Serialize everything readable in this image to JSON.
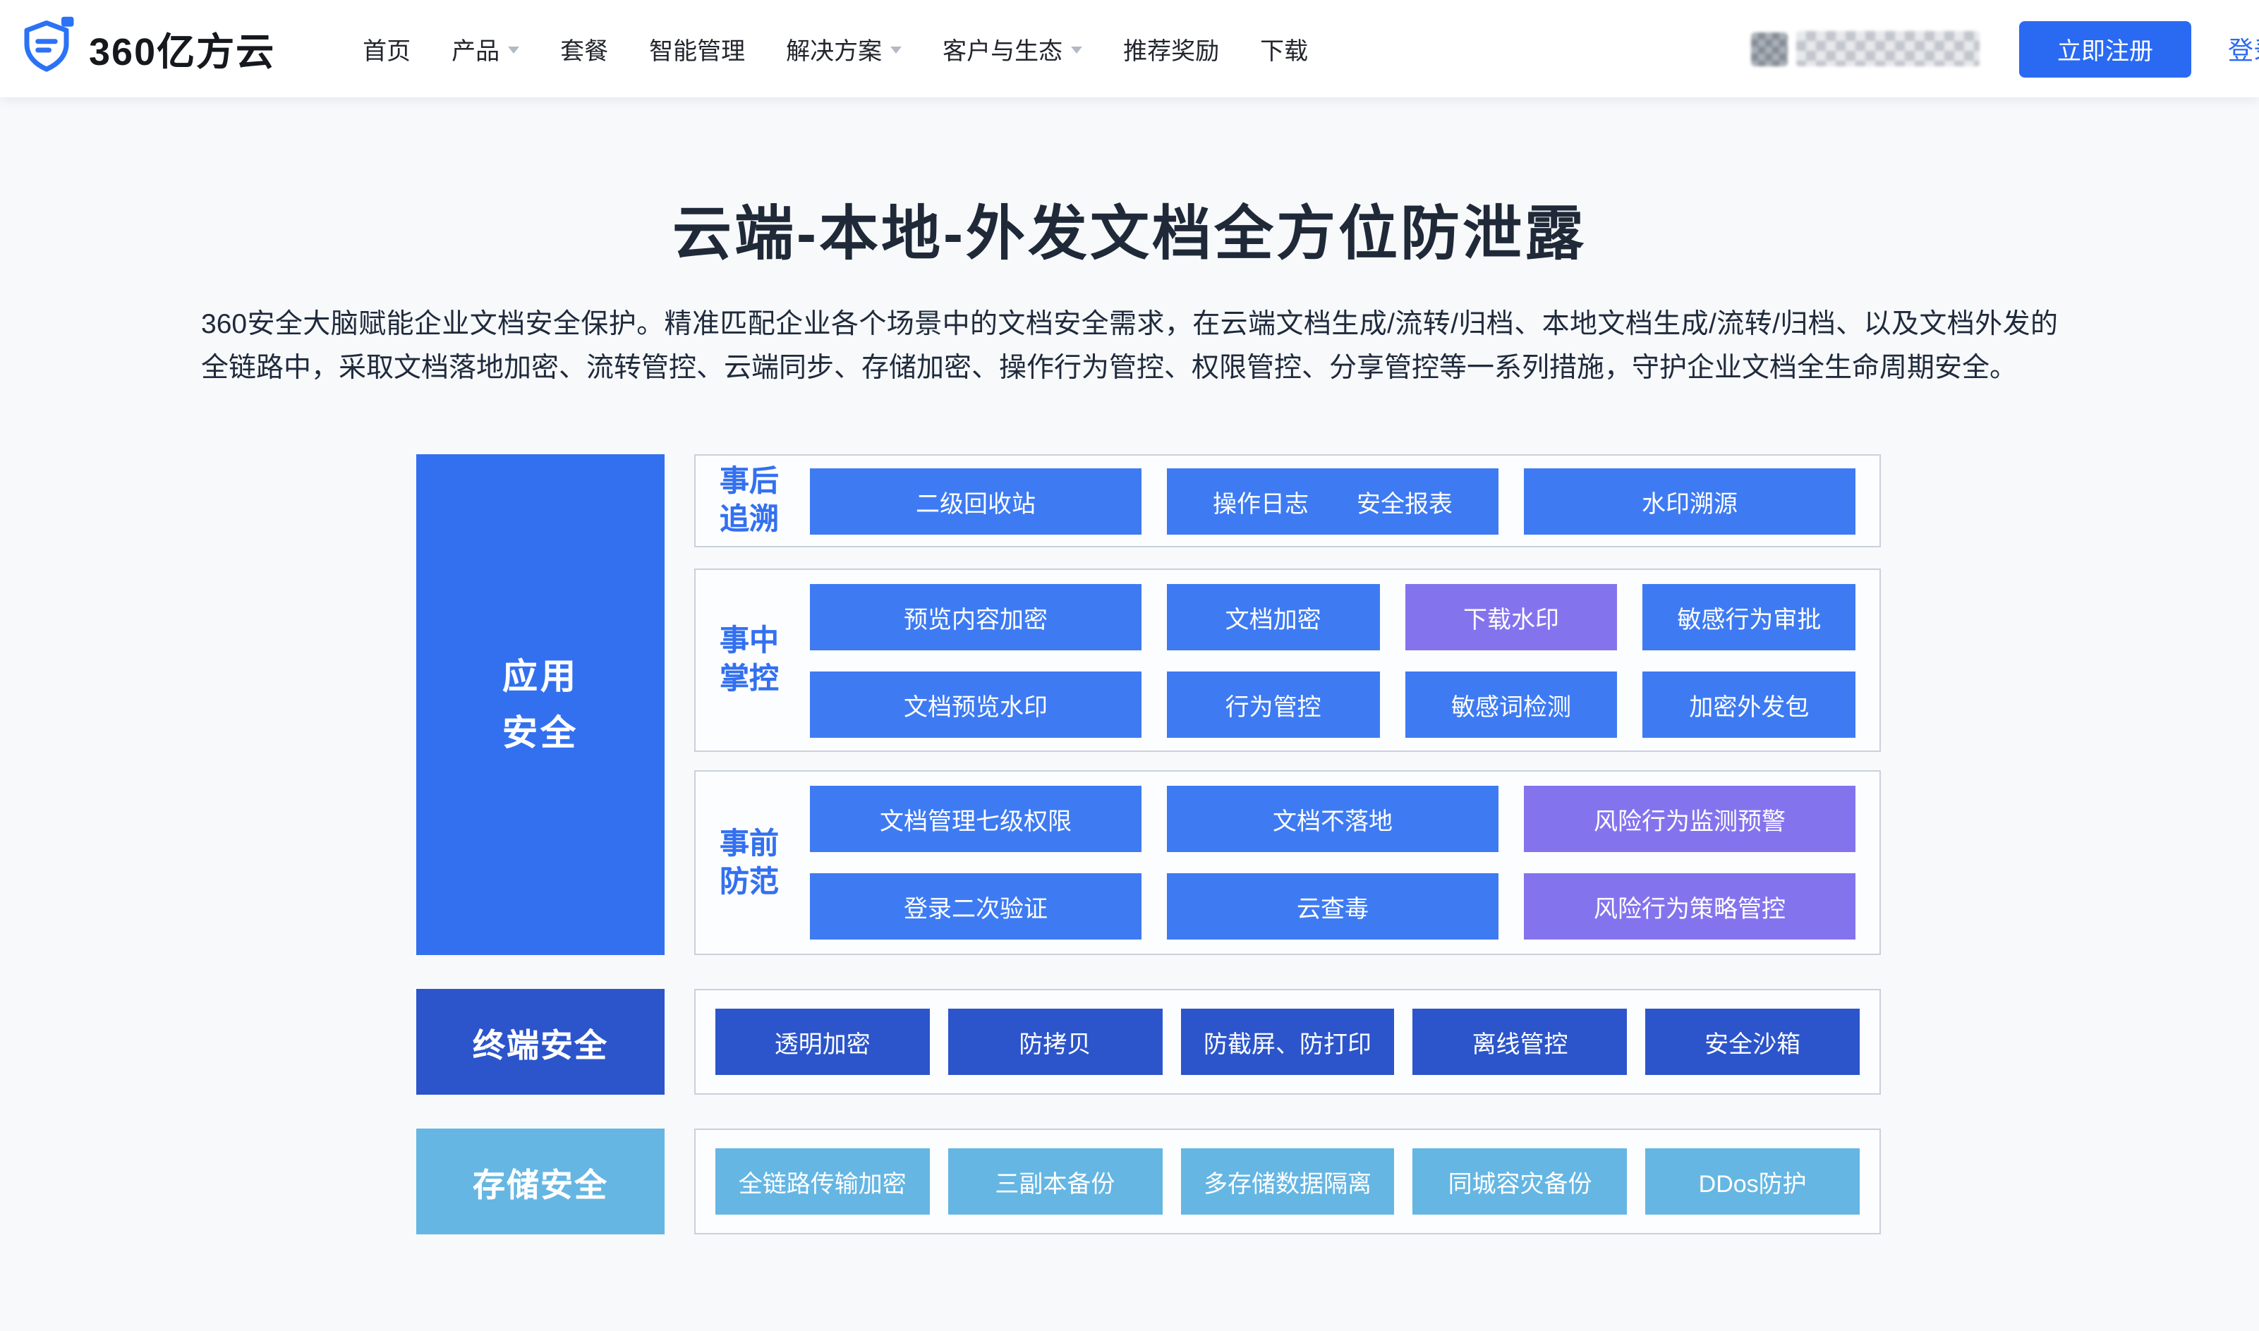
{
  "nav": {
    "logo_text": "360亿方云",
    "items": [
      {
        "label": "首页",
        "dropdown": false
      },
      {
        "label": "产品",
        "dropdown": true
      },
      {
        "label": "套餐",
        "dropdown": false
      },
      {
        "label": "智能管理",
        "dropdown": false
      },
      {
        "label": "解决方案",
        "dropdown": true
      },
      {
        "label": "客户与生态",
        "dropdown": true
      },
      {
        "label": "推荐奖励",
        "dropdown": false
      },
      {
        "label": "下载",
        "dropdown": false
      }
    ],
    "register_label": "立即注册",
    "login_label": "登录"
  },
  "hero": {
    "title": "云端-本地-外发文档全方位防泄露",
    "description": "360安全大脑赋能企业文档安全保护。精准匹配企业各个场景中的文档安全需求，在云端文档生成/流转/归档、本地文档生成/流转/归档、以及文档外发的全链路中，采取文档落地加密、流转管控、云端同步、存储加密、操作行为管控、权限管控、分享管控等一系列措施，守护企业文档全生命周期安全。"
  },
  "colors": {
    "blue": "#3E7BF3",
    "purple": "#8374EE",
    "dark": "#2C55CB",
    "sky": "#65B6E3",
    "accent": "#2A6AF2",
    "label_blue": "#3370F0"
  },
  "diagram": {
    "categories": [
      {
        "id": "app",
        "label_lines": [
          "应用",
          "安全"
        ],
        "color": "#3370EF"
      },
      {
        "id": "term",
        "label_lines": [
          "终端安全"
        ],
        "color": "#2C55CB"
      },
      {
        "id": "stor",
        "label_lines": [
          "存储安全"
        ],
        "color": "#65B6E3"
      }
    ],
    "rows": [
      {
        "id": "r1",
        "label_lines": [
          "事后",
          "追溯"
        ],
        "lines": [
          [
            {
              "t": "二级回收站",
              "c": "blue"
            },
            {
              "t": "操作日志　　安全报表",
              "c": "blue"
            },
            {
              "t": "水印溯源",
              "c": "blue"
            }
          ]
        ]
      },
      {
        "id": "r2",
        "label_lines": [
          "事中",
          "掌控"
        ],
        "lines": [
          [
            {
              "t": "预览内容加密",
              "c": "blue",
              "w": "lg"
            },
            {
              "t": "文档加密",
              "c": "blue"
            },
            {
              "t": "下载水印",
              "c": "purple"
            },
            {
              "t": "敏感行为审批",
              "c": "blue"
            }
          ],
          [
            {
              "t": "文档预览水印",
              "c": "blue",
              "w": "lg"
            },
            {
              "t": "行为管控",
              "c": "blue"
            },
            {
              "t": "敏感词检测",
              "c": "blue"
            },
            {
              "t": "加密外发包",
              "c": "blue"
            }
          ]
        ]
      },
      {
        "id": "r3",
        "label_lines": [
          "事前",
          "防范"
        ],
        "lines": [
          [
            {
              "t": "文档管理七级权限",
              "c": "blue"
            },
            {
              "t": "文档不落地",
              "c": "blue"
            },
            {
              "t": "风险行为监测预警",
              "c": "purple"
            }
          ],
          [
            {
              "t": "登录二次验证",
              "c": "blue"
            },
            {
              "t": "云查毒",
              "c": "blue"
            },
            {
              "t": "风险行为策略管控",
              "c": "purple"
            }
          ]
        ]
      },
      {
        "id": "r4",
        "label_lines": [],
        "lines": [
          [
            {
              "t": "透明加密",
              "c": "dark"
            },
            {
              "t": "防拷贝",
              "c": "dark"
            },
            {
              "t": "防截屏、防打印",
              "c": "dark"
            },
            {
              "t": "离线管控",
              "c": "dark"
            },
            {
              "t": "安全沙箱",
              "c": "dark"
            }
          ]
        ]
      },
      {
        "id": "r5",
        "label_lines": [],
        "lines": [
          [
            {
              "t": "全链路传输加密",
              "c": "sky"
            },
            {
              "t": "三副本备份",
              "c": "sky"
            },
            {
              "t": "多存储数据隔离",
              "c": "sky"
            },
            {
              "t": "同城容灾备份",
              "c": "sky"
            },
            {
              "t": "DDos防护",
              "c": "sky"
            }
          ]
        ]
      }
    ]
  }
}
